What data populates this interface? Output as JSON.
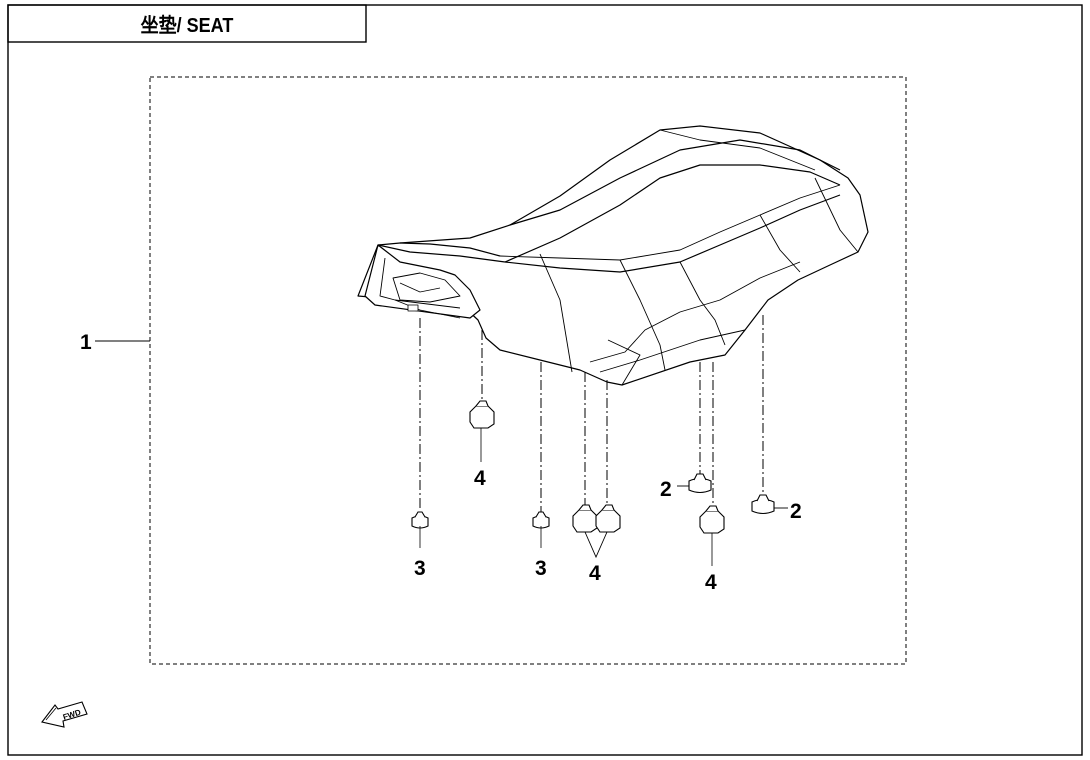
{
  "title": "坐垫/ SEAT",
  "callouts": {
    "c1": "1",
    "c2a": "2",
    "c2b": "2",
    "c3a": "3",
    "c3b": "3",
    "c4a": "4",
    "c4b": "4",
    "c4c": "4"
  },
  "fwd_label": "FWD"
}
